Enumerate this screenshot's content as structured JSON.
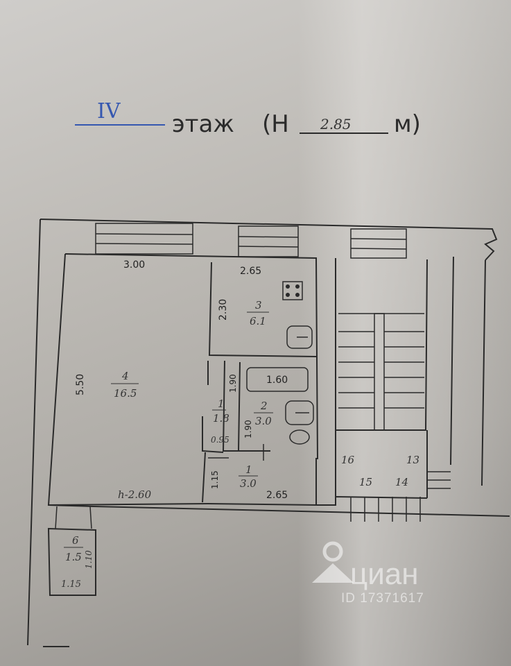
{
  "header": {
    "floor_number": "IV",
    "floor_word": "этаж",
    "height_prefix": "(Н",
    "height_value": "2.85",
    "height_unit": "м)"
  },
  "rooms": [
    {
      "number": "4",
      "area": "16.5"
    },
    {
      "number": "3",
      "area": "6.1"
    },
    {
      "number": "2",
      "area": "3.0"
    },
    {
      "number": "1",
      "area": "1.8"
    },
    {
      "number": "1",
      "area": "3.0"
    },
    {
      "number": "6",
      "area": "1.5"
    }
  ],
  "dimensions": {
    "room4_width": "3.00",
    "room4_height": "5.50",
    "room4_bottom": "h-2.60",
    "room3_width": "2.65",
    "room3_height": "2.30",
    "bath_width": "1.60",
    "bath_height": "1.90",
    "hall_height": "1.90",
    "hall_width": "0.95",
    "corridor_height": "1.15",
    "corridor_width": "2.65",
    "room6_height": "1.10",
    "room6_width": "1.15"
  },
  "stair_labels": [
    "16",
    "13",
    "15",
    "14"
  ],
  "watermark": {
    "brand": "циан",
    "id_text": "ID 17371617"
  }
}
